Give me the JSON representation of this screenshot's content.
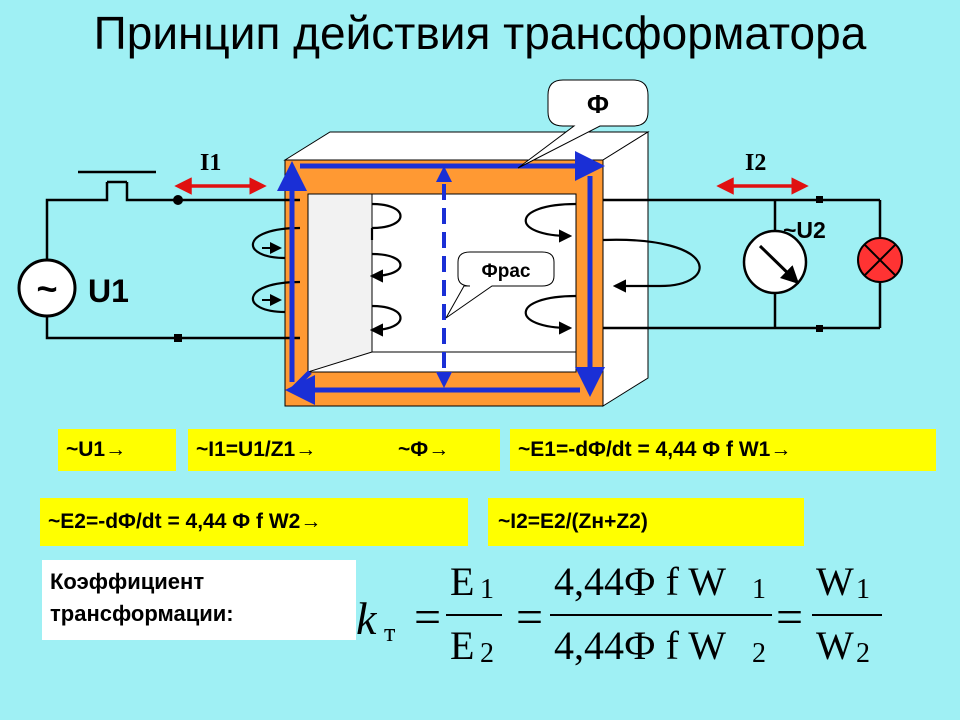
{
  "title": "Принцип действия трансформатора",
  "labels": {
    "phi": "Ф",
    "phi_leak": "Фрас",
    "i1": "I1",
    "i2": "I2",
    "u1": "U1",
    "u2": "~U2",
    "tilde": "~"
  },
  "boxes": {
    "row1_a": "~U1→",
    "row1_b": "~I1=U1/Z1→",
    "row1_b2": "~Ф→",
    "row1_c": "~E1=-dФ/dt = 4,44 Ф f W1→",
    "row2_a": "~E2=-dФ/dt = 4,44 Ф f W2→",
    "row2_b": "~I2=E2/(Zн+Z2)"
  },
  "coefficient": {
    "line1": "Коэффициент",
    "line2": "трансформации:"
  },
  "formula": {
    "k": "k",
    "k_sub": "т",
    "eq": "=",
    "e1": "E",
    "e1_sub": "1",
    "e2": "E",
    "e2_sub": "2",
    "num_mid": "4,44Ф f W",
    "num_mid_sub": "1",
    "den_mid": "4,44Ф f W",
    "den_mid_sub": "2",
    "w1": "W",
    "w1_sub": "1",
    "w2": "W",
    "w2_sub": "2"
  },
  "colors": {
    "background": "#9ff0f4",
    "core": "#ff9933",
    "flux_arrow": "#1a2fd6",
    "current_arrow": "#e01010",
    "box": "#ffff00",
    "lamp": "#ff3333"
  }
}
